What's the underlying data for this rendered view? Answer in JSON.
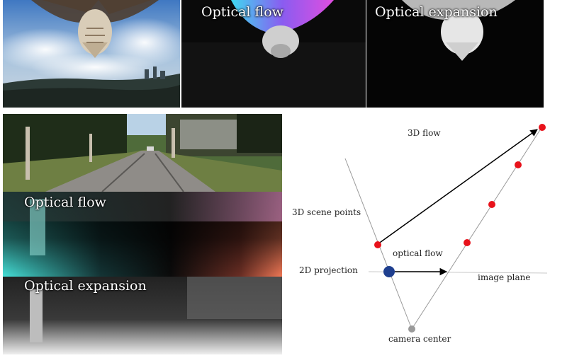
{
  "top_row": {
    "flow_caption": "Optical flow",
    "expansion_caption": "Optical expansion"
  },
  "left_column": {
    "flow_caption": "Optical flow",
    "expansion_caption": "Optical expansion"
  },
  "diagram": {
    "label_3d_flow": "3D flow",
    "label_scene_points": "3D scene points",
    "label_optical_flow": "optical flow",
    "label_2d_projection": "2D projection",
    "label_image_plane": "image plane",
    "label_camera_center": "camera center",
    "colors": {
      "scene_point": "#e8121b",
      "projection_point": "#1f3f8f",
      "camera_center": "#9a9a9a",
      "ray": "#9a9a9a",
      "arrow": "#000000"
    }
  }
}
